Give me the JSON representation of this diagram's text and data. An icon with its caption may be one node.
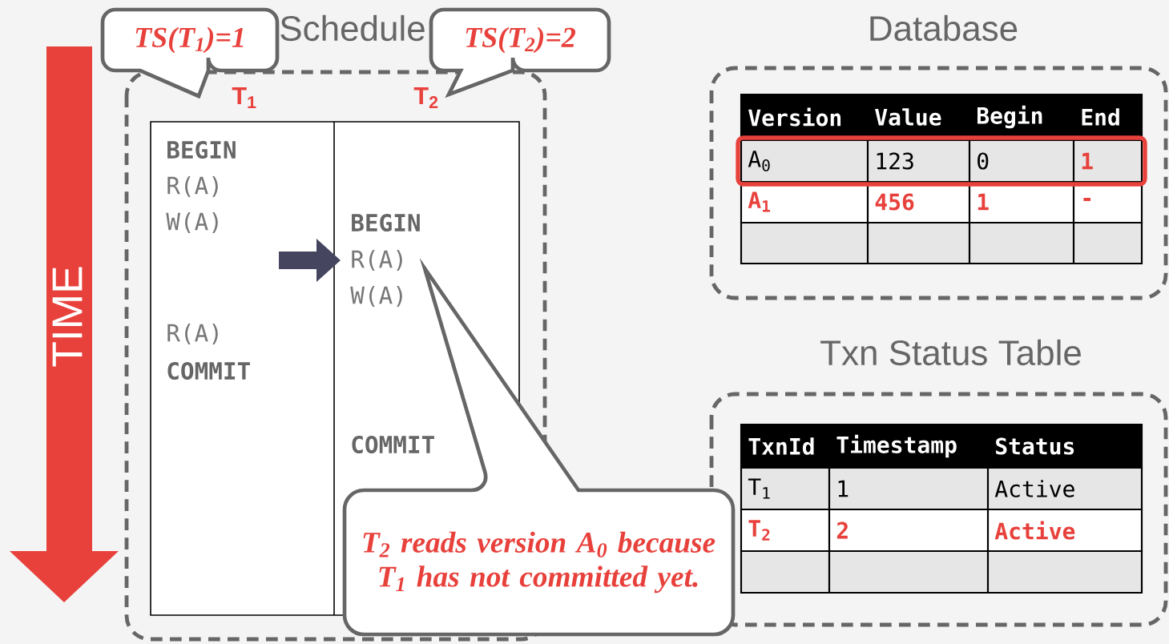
{
  "diagram": {
    "nodes": [
      {
        "text": [
          "Schedule"
        ]
      },
      {
        "text": [
          "TS(T$_{1}$)=1"
        ]
      },
      {
        "text": [
          "TS(T$_{2}$)=2"
        ]
      },
      {
        "text": [
          "Database"
        ]
      },
      {
        "text": [
          "Txn Status Table"
        ]
      },
      {
        "text": [
          "T$_{2}$ reads version A$_{0}$ because T$_{1}$ has not committed yet."
        ]
      }
    ],
    "labels": [
      "TIME",
      "T$_{1}$",
      "T$_{2}$",
      "BEGIN",
      "R(A)",
      "W(A)",
      "BEGIN",
      "R(A)",
      "W(A)",
      "R(A)",
      "COMMIT",
      "COMMIT",
      "Version",
      "Value",
      "Begin",
      "End",
      "A$_{0}$",
      "123",
      "0",
      "1",
      "A$_{1}$",
      "456",
      "1",
      "-",
      "TxnId",
      "Timestamp",
      "Status",
      "T$_{1}$",
      "1",
      "Active",
      "T$_{2}$",
      "2",
      "Active"
    ]
  }
}
